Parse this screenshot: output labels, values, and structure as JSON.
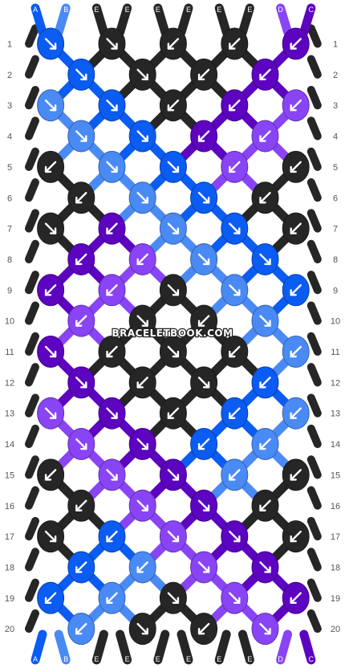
{
  "strands": [
    "A",
    "B",
    "E",
    "E",
    "E",
    "E",
    "E",
    "E",
    "D",
    "C"
  ],
  "colors": {
    "A": "#0a5cf2",
    "B": "#4a8af5",
    "C": "#5c04c0",
    "D": "#8944f5",
    "E": "#262626"
  },
  "rows": [
    {
      "label": "1",
      "knots": [
        {
          "c": "A",
          "d": "br"
        },
        {
          "c": "E",
          "d": "br"
        },
        {
          "c": "E",
          "d": "bl"
        },
        {
          "c": "E",
          "d": "bl"
        },
        {
          "c": "C",
          "d": "bl"
        }
      ]
    },
    {
      "label": "2",
      "knots": [
        {
          "c": "A",
          "d": "br"
        },
        {
          "c": "E",
          "d": "br"
        },
        {
          "c": "E",
          "d": "bl"
        },
        {
          "c": "C",
          "d": "bl"
        }
      ]
    },
    {
      "label": "3",
      "knots": [
        {
          "c": "B",
          "d": "br"
        },
        {
          "c": "A",
          "d": "br"
        },
        {
          "c": "E",
          "d": "bl"
        },
        {
          "c": "C",
          "d": "bl"
        },
        {
          "c": "D",
          "d": "bl"
        }
      ]
    },
    {
      "label": "4",
      "knots": [
        {
          "c": "B",
          "d": "br"
        },
        {
          "c": "A",
          "d": "br"
        },
        {
          "c": "C",
          "d": "bl"
        },
        {
          "c": "D",
          "d": "bl"
        }
      ]
    },
    {
      "label": "5",
      "knots": [
        {
          "c": "E",
          "d": "bl"
        },
        {
          "c": "B",
          "d": "br"
        },
        {
          "c": "A",
          "d": "br"
        },
        {
          "c": "D",
          "d": "bl"
        },
        {
          "c": "E",
          "d": "bl"
        }
      ]
    },
    {
      "label": "6",
      "knots": [
        {
          "c": "E",
          "d": "bl"
        },
        {
          "c": "B",
          "d": "br"
        },
        {
          "c": "A",
          "d": "br"
        },
        {
          "c": "E",
          "d": "bl"
        }
      ]
    },
    {
      "label": "7",
      "knots": [
        {
          "c": "E",
          "d": "br"
        },
        {
          "c": "C",
          "d": "bl"
        },
        {
          "c": "B",
          "d": "br"
        },
        {
          "c": "A",
          "d": "br"
        },
        {
          "c": "E",
          "d": "bl"
        }
      ]
    },
    {
      "label": "8",
      "knots": [
        {
          "c": "C",
          "d": "bl"
        },
        {
          "c": "D",
          "d": "bl"
        },
        {
          "c": "B",
          "d": "br"
        },
        {
          "c": "A",
          "d": "br"
        }
      ]
    },
    {
      "label": "9",
      "knots": [
        {
          "c": "C",
          "d": "bl"
        },
        {
          "c": "D",
          "d": "bl"
        },
        {
          "c": "E",
          "d": "br"
        },
        {
          "c": "B",
          "d": "br"
        },
        {
          "c": "A",
          "d": "bl"
        }
      ]
    },
    {
      "label": "10",
      "knots": [
        {
          "c": "D",
          "d": "bl"
        },
        {
          "c": "E",
          "d": "br"
        },
        {
          "c": "E",
          "d": "bl"
        },
        {
          "c": "B",
          "d": "br"
        }
      ]
    },
    {
      "label": "11",
      "knots": [
        {
          "c": "C",
          "d": "br"
        },
        {
          "c": "E",
          "d": "bl"
        },
        {
          "c": "E",
          "d": "br"
        },
        {
          "c": "E",
          "d": "bl"
        },
        {
          "c": "B",
          "d": "bl"
        }
      ]
    },
    {
      "label": "12",
      "knots": [
        {
          "c": "C",
          "d": "br"
        },
        {
          "c": "E",
          "d": "bl"
        },
        {
          "c": "E",
          "d": "br"
        },
        {
          "c": "A",
          "d": "bl"
        }
      ]
    },
    {
      "label": "13",
      "knots": [
        {
          "c": "D",
          "d": "br"
        },
        {
          "c": "C",
          "d": "br"
        },
        {
          "c": "E",
          "d": "bl"
        },
        {
          "c": "A",
          "d": "bl"
        },
        {
          "c": "B",
          "d": "bl"
        }
      ]
    },
    {
      "label": "14",
      "knots": [
        {
          "c": "D",
          "d": "br"
        },
        {
          "c": "C",
          "d": "br"
        },
        {
          "c": "A",
          "d": "bl"
        },
        {
          "c": "B",
          "d": "bl"
        }
      ]
    },
    {
      "label": "15",
      "knots": [
        {
          "c": "E",
          "d": "bl"
        },
        {
          "c": "D",
          "d": "br"
        },
        {
          "c": "C",
          "d": "br"
        },
        {
          "c": "B",
          "d": "bl"
        },
        {
          "c": "E",
          "d": "bl"
        }
      ]
    },
    {
      "label": "16",
      "knots": [
        {
          "c": "E",
          "d": "bl"
        },
        {
          "c": "D",
          "d": "br"
        },
        {
          "c": "C",
          "d": "br"
        },
        {
          "c": "E",
          "d": "bl"
        }
      ]
    },
    {
      "label": "17",
      "knots": [
        {
          "c": "E",
          "d": "br"
        },
        {
          "c": "A",
          "d": "bl"
        },
        {
          "c": "D",
          "d": "br"
        },
        {
          "c": "C",
          "d": "br"
        },
        {
          "c": "E",
          "d": "bl"
        }
      ]
    },
    {
      "label": "18",
      "knots": [
        {
          "c": "A",
          "d": "bl"
        },
        {
          "c": "B",
          "d": "bl"
        },
        {
          "c": "D",
          "d": "br"
        },
        {
          "c": "C",
          "d": "br"
        }
      ]
    },
    {
      "label": "19",
      "knots": [
        {
          "c": "A",
          "d": "bl"
        },
        {
          "c": "B",
          "d": "bl"
        },
        {
          "c": "E",
          "d": "br"
        },
        {
          "c": "D",
          "d": "br"
        },
        {
          "c": "C",
          "d": "bl"
        }
      ]
    },
    {
      "label": "20",
      "knots": [
        {
          "c": "B",
          "d": "bl"
        },
        {
          "c": "E",
          "d": "br"
        },
        {
          "c": "E",
          "d": "bl"
        },
        {
          "c": "D",
          "d": "br"
        }
      ]
    }
  ],
  "bottom_strands": [
    "A",
    "B",
    "E",
    "E",
    "E",
    "E",
    "E",
    "E",
    "D",
    "C"
  ],
  "watermark": "BRACELETBOOK.COM"
}
